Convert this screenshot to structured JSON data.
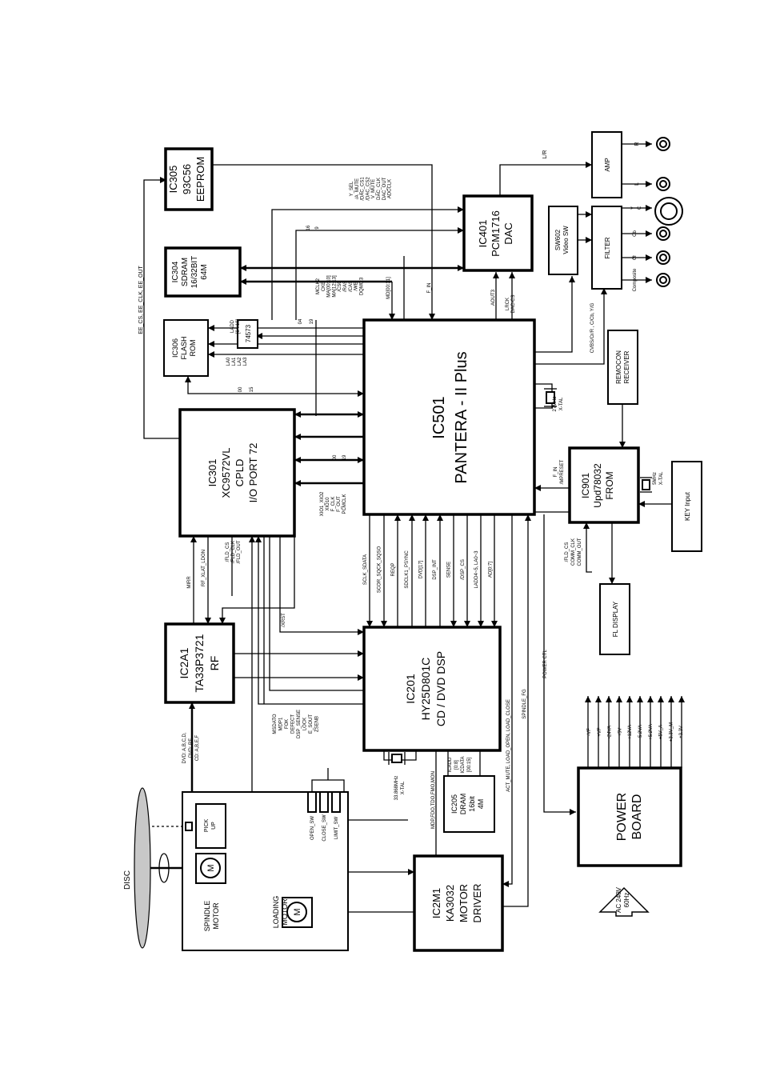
{
  "blocks": {
    "ic305": [
      "IC305",
      "93C56",
      "EEPROM"
    ],
    "ic304": [
      "IC304",
      "SDRAM",
      "16/32BIT",
      "64M"
    ],
    "ic306": [
      "IC306",
      "FLASH",
      "ROM"
    ],
    "latch": "74573",
    "ic401": [
      "IC401",
      "PCM1716",
      "DAC"
    ],
    "amp": "AMP",
    "sw602": [
      "SW602",
      "Video SW"
    ],
    "filter": "FILTER",
    "ic501": [
      "IC501",
      "PANTERA - II Plus"
    ],
    "remocon": [
      "REMOCON",
      "RECEIVER"
    ],
    "ic301": [
      "IC301",
      "XC9572VL",
      "CPLD",
      "I/O PORT 72"
    ],
    "ic901": [
      "IC901",
      "Upd78032",
      "FROM"
    ],
    "key": "KEY Input",
    "fld": "FL DISPLAY",
    "ic2a1": [
      "IC2A1",
      "TA33P3721",
      "RF"
    ],
    "ic201": [
      "IC201",
      "HY25D801C",
      "CD / DVD DSP"
    ],
    "ic205": [
      "IC205",
      "DRAM",
      "16bit",
      "4M"
    ],
    "ic2m1": [
      "IC2M1",
      "KA3032",
      "MOTOR",
      "DRIVER"
    ],
    "power": [
      "POWER",
      "BOARD"
    ],
    "ac": [
      "AC 240V",
      "60Hz"
    ],
    "pickup": [
      "PICK",
      "UP"
    ],
    "spindle": [
      "SPINDLE",
      "MOTOR"
    ],
    "loading": [
      "LOADING",
      "MOTOR"
    ],
    "motor_symbol": "M",
    "disc": "DISC"
  },
  "signals": {
    "ee": "EE_CS, EE_CLK, EE_OUT",
    "dac_ctl": [
      "Y_SEL",
      "/A_MUTE",
      "/DAC_CS1",
      "/DAC_CS2",
      "V_MUTE",
      "DAC_CLK",
      "DAC_OUT",
      "ADCCLK"
    ],
    "n16": "16",
    "n9": "9",
    "lr": "L/R",
    "r": "R",
    "l": "L",
    "sdram_ctl": [
      "MCLK2",
      "CKE",
      "MA[00:10]",
      "MA[12:13]",
      "/CS0",
      "/RAS",
      "/CAS",
      "/WE",
      "DQM0:3"
    ],
    "md": "MD[00:31]",
    "f_in_top": "F_IN",
    "aout3": "AOUT3",
    "lrck": [
      "LRCK",
      "DAC-CS"
    ],
    "cvbs": "CVBS/Cr/R , C/Cb, Y/G",
    "out_y": "Y",
    "out_c": "C",
    "out_cb": "Cb",
    "out_cr": "Cr",
    "out_y2": "Y",
    "out_comp": "Composite",
    "ladd": [
      "LADD",
      "[04:19]"
    ],
    "la": [
      "LA0",
      "LA1",
      "LA2",
      "LA3"
    ],
    "n04": "04",
    "n19a": "19",
    "n00a": "00",
    "n15": "15",
    "n00b": "00",
    "n19b": "19",
    "xtal27": [
      "27MHz",
      "X-TAL"
    ],
    "cpld_sig": [
      "XIO1_XIO2",
      "XIO10",
      "F_CLK",
      "F_OUT",
      "PCMCLK"
    ],
    "f_in_preset": [
      "F_IN",
      "/MPRESET"
    ],
    "xtal5": [
      "5MHz",
      "X-TAL"
    ],
    "fld_sig": [
      "/FLD_CS",
      "COMM_CLK",
      "COMM_OUT"
    ],
    "mirr": "MIRR",
    "rf_sig": "RF_XLAT_LDON",
    "fld_cpld": [
      "/FLD_CS",
      "/FLD_CLK",
      "/FLD_OUT"
    ],
    "dsp_bus": [
      "SCLK_SDATA",
      "SCOR_SQCK_SQSO",
      "REQP",
      "SDCLK1_PSYNC",
      "DVD[17]",
      "DSP_INT",
      "SENSE",
      "/DSP_CS",
      "LADD4~5, LA0~3",
      "AD[0:7]"
    ],
    "xrst": "/XRST",
    "dsp_in": [
      "MSDATO",
      "MDP1",
      "FOK",
      "DEFECT",
      "DSP_SENSE",
      "LOCK",
      "E_SOUT",
      "ZSENB"
    ],
    "power_ctl": "POWER CTL",
    "act": "ACT_MUTE, LOAD_OPEN, LOAD_CLOSE",
    "spindle_fg": "SPINDLE_FG",
    "dram_bus": [
      "ICADD",
      "[0:8]",
      "ICDATA",
      "[00:15]"
    ],
    "xtal33": [
      "33.868MHz",
      "X-TAL"
    ],
    "mdp": "MDP,FDO,TDO,FMO,MON",
    "pickup_sig": [
      "DVD: A,B,C,D,",
      "DVD: RF",
      "CD: A,B,E,F"
    ],
    "sw": [
      "OPEN_SW",
      "CLOSE_SW",
      "LIMIT_SW"
    ],
    "rails": [
      "-VF",
      "+VF",
      "-24VA",
      "+5V",
      "+12VA",
      "-5.2VA",
      "+5.2VA",
      "+5V_A",
      "+3.3V_M",
      "+3.3V"
    ]
  }
}
